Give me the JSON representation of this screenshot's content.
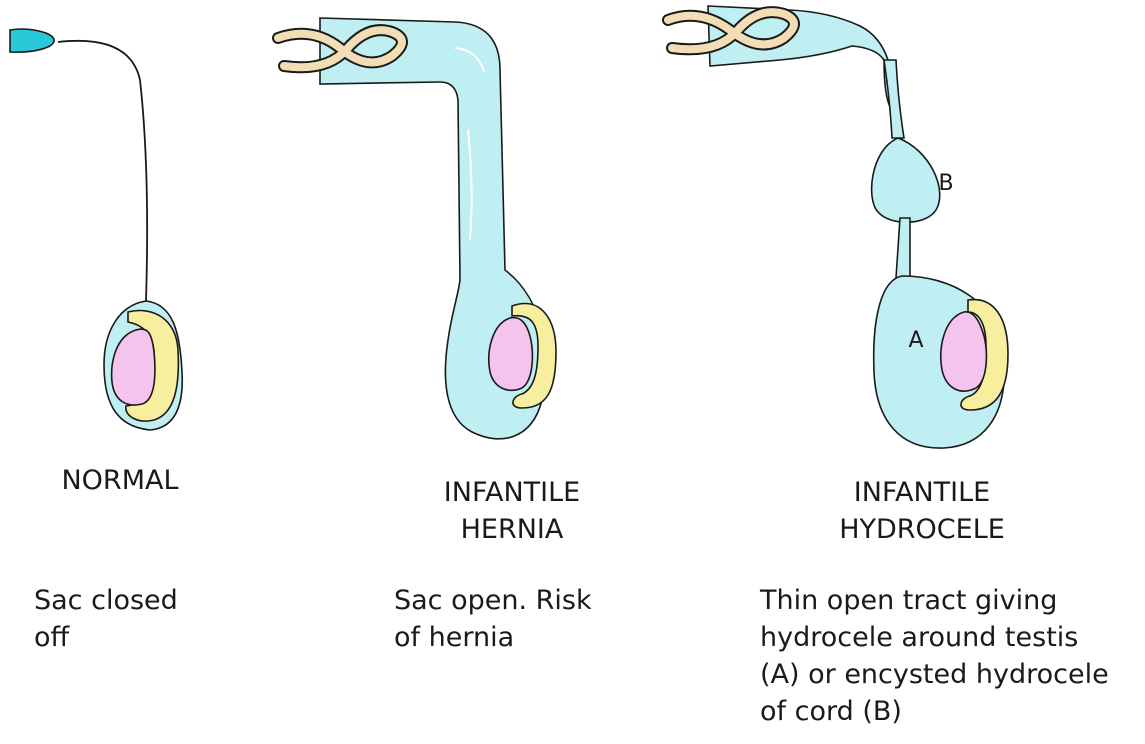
{
  "panels": [
    {
      "title": "NORMAL",
      "description": "Sac closed\noff"
    },
    {
      "title": "INFANTILE\nHERNIA",
      "description": "Sac open. Risk\nof hernia"
    },
    {
      "title": "INFANTILE\nHYDROCELE",
      "description": "Thin open tract giving\nhydrocele around testis\n(A) or encysted hydrocele\nof cord (B)",
      "label_a": "A",
      "label_b": "B"
    }
  ],
  "colors": {
    "sac_fluid": "#bfeff2",
    "cap_closed": "#29c9d9",
    "testis": "#f4c4ee",
    "epididymis": "#f8ef9e",
    "cord": "#f2ddb5",
    "outline": "#1a1a1a"
  }
}
